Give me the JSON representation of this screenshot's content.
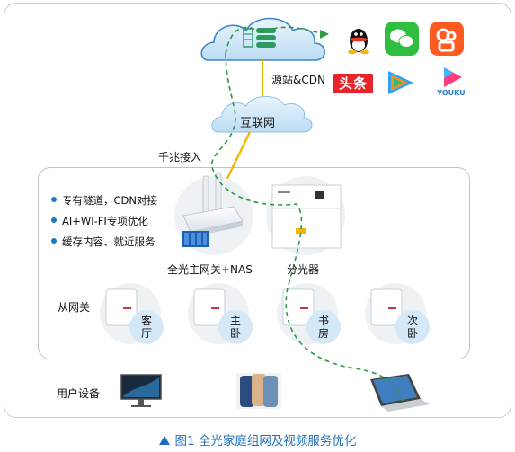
{
  "cloud_top": {
    "label": "源站&CDN"
  },
  "internet": {
    "label": "互联网"
  },
  "uplink": {
    "label": "千兆接入"
  },
  "features": [
    "专有隧道，CDN对接",
    "AI+WI-FI专项优化",
    "缓存内容、就近服务"
  ],
  "main_gateway": {
    "label": "全光主网关+NAS"
  },
  "splitter": {
    "label": "分光器"
  },
  "slave_gateway_label": "从网关",
  "rooms": [
    {
      "name": "客厅",
      "line1": "客",
      "line2": "厅"
    },
    {
      "name": "主卧",
      "line1": "主",
      "line2": "卧"
    },
    {
      "name": "书房",
      "line1": "书",
      "line2": "房"
    },
    {
      "name": "次卧",
      "line1": "次",
      "line2": "卧"
    }
  ],
  "user_devices_label": "用户设备",
  "apps": {
    "toutiao": "头条",
    "youku": "YOUKU"
  },
  "caption": "图1  全光家庭组网及视频服务优化",
  "colors": {
    "accent_blue": "#1f6fb8",
    "fiber_yellow": "#f2b600",
    "path_green": "#2e9a46",
    "cloud_blue": "#d4eaf9"
  },
  "icons": [
    "qq-icon",
    "wechat-icon",
    "kuaishou-icon",
    "toutiao-icon",
    "tencent-video-icon",
    "youku-icon",
    "server-icon",
    "router-icon",
    "splitter-icon",
    "monitor-icon",
    "phone-icon",
    "laptop-icon"
  ]
}
